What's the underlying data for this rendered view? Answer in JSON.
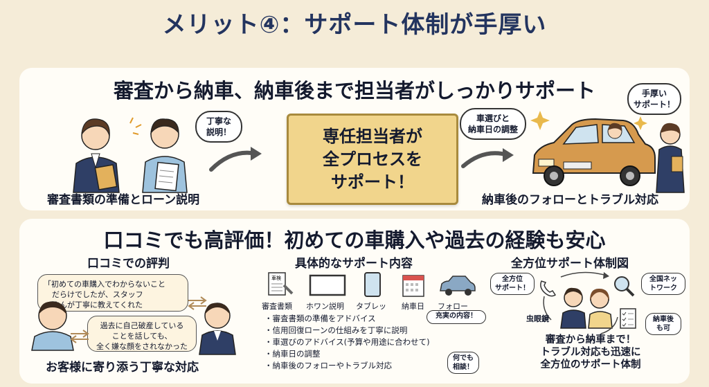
{
  "title": "メリット④：サポート体制が手厚い",
  "section1": {
    "heading": "審査から納車、納車後まで担当者がしっかりサポート",
    "left_caption": "審査書類の準備とローン説明",
    "left_bubble": [
      "丁寧な",
      "説明！"
    ],
    "center_box": [
      "専任担当者が",
      "全プロセスを",
      "サポート！"
    ],
    "right_bubble_left": [
      "車選びと",
      "納車日の調整"
    ],
    "right_bubble_right": [
      "手厚い",
      "サポート！"
    ],
    "right_caption": "納車後のフォローとトラブル対応"
  },
  "section2": {
    "heading": "口コミでも高評価！初めての車購入や過去の経験も安心",
    "reviews": {
      "title": "口コミでの評判",
      "quote1": [
        "「初めての車購入でわからないこと",
        "だらけでしたが、スタッフ",
        "さんが丁寧に教えてくれた"
      ],
      "quote2": [
        "過去に自己破産している",
        "ことを話しても、",
        "全く嫌な顔をされなかった"
      ],
      "caption": "お客様に寄り添う丁寧な対応"
    },
    "support": {
      "title": "具体的なサポート内容",
      "icons": [
        {
          "label": "審査書類",
          "icon": "document-icon",
          "inner": "車検"
        },
        {
          "label": "ホワン説明",
          "icon": "whiteboard-icon"
        },
        {
          "label": "タブレッ",
          "icon": "tablet-icon"
        },
        {
          "label": "納車日",
          "icon": "calendar-icon"
        },
        {
          "label": "フォロー",
          "icon": "car-icon"
        }
      ],
      "bullets": [
        "・審査書類の準備をアドバイス",
        "・信用回復ローンの仕組みを丁寧に説明",
        "・車選びのアドバイス(予算や用途に合わせて)",
        "・納車日の調整",
        "・納車後のフォローやトラブル対応"
      ],
      "bubble_content": "充実の内容！",
      "bubble_consult": [
        "何でも",
        "相談！"
      ]
    },
    "system": {
      "title": "全方位サポート体制図",
      "bubble_all": [
        "全方位",
        "サポート！"
      ],
      "bubble_network": [
        "全国ネッ",
        "トワーク"
      ],
      "bubble_after": [
        "納車後",
        "も可"
      ],
      "magnifier_label": "虫眼鏡",
      "summary": [
        "審査から納車まで！",
        "トラブル対応も迅速に",
        "全方位のサポート体制"
      ]
    }
  },
  "colors": {
    "background": "#f5ecd8",
    "panel": "#fffdf7",
    "title": "#23345f",
    "highlight_box": "#f1d58c",
    "car": "#d69a4e",
    "suit": "#2f3f66",
    "skin": "#f7d7b8"
  }
}
